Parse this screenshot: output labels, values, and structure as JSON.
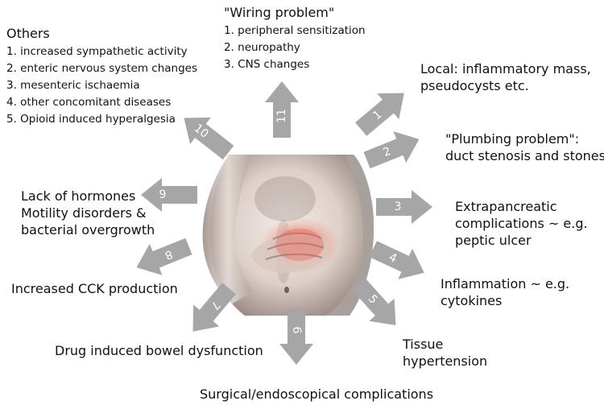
{
  "colors": {
    "arrow": "#a6a6a6",
    "arrow_number": "#ffffff",
    "text": "#111111",
    "skin_light": "#efe7e2",
    "skin_mid": "#c9b9b0",
    "skin_dark": "#6f625c",
    "inflammation": "#ef6a5a"
  },
  "center_image": {
    "icon": "abdominal-pain-torso-photo"
  },
  "arrows": [
    {
      "number": "1"
    },
    {
      "number": "2"
    },
    {
      "number": "3"
    },
    {
      "number": "4"
    },
    {
      "number": "5"
    },
    {
      "number": "6"
    },
    {
      "number": "7"
    },
    {
      "number": "8"
    },
    {
      "number": "9"
    },
    {
      "number": "10"
    },
    {
      "number": "11"
    }
  ],
  "wiring": {
    "title": "\"Wiring problem\"",
    "items": [
      "1.  peripheral sensitization",
      "2.  neuropathy",
      "3.  CNS changes"
    ]
  },
  "others": {
    "title": "Others",
    "items": [
      "1.  increased sympathetic activity",
      "2.  enteric nervous system changes",
      "3.  mesenteric ischaemia",
      "4.  other concomitant diseases",
      "5.  Opioid induced hyperalgesia"
    ]
  },
  "labels": {
    "local": [
      "Local: inflammatory mass,",
      "pseudocysts etc."
    ],
    "plumbing": [
      "\"Plumbing problem\":",
      "duct stenosis and stones"
    ],
    "extrapancreatic": [
      "Extrapancreatic",
      "complications ~ e.g.",
      "peptic ulcer"
    ],
    "inflammation": [
      "Inflammation ~ e.g.",
      "cytokines"
    ],
    "tissue": [
      "Tissue",
      "hypertension"
    ],
    "surgical": [
      "Surgical/endoscopical complications"
    ],
    "drug": [
      "Drug induced bowel dysfunction"
    ],
    "cck": [
      "Increased CCK production"
    ],
    "hormones": [
      "Lack of hormones",
      "Motility disorders &",
      "bacterial overgrowth"
    ]
  }
}
